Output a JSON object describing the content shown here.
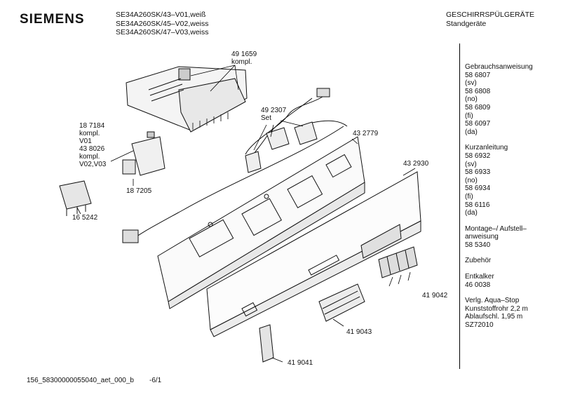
{
  "header": {
    "brand": "SIEMENS",
    "models": [
      "SE34A260SK/43–V01,weiß",
      "SE34A260SK/45–V02,weiss",
      "SE34A260SK/47–V03,weiss"
    ],
    "category": [
      "GESCHIRRSPÜLGERÄTE",
      "Standgeräte"
    ]
  },
  "part_labels": {
    "p491659": [
      "49 1659",
      "kompl."
    ],
    "p492307": [
      "49 2307",
      "Set"
    ],
    "p187184": [
      "18 7184",
      "kompl.",
      "V01",
      "43 8026",
      "kompl.",
      "V02,V03"
    ],
    "p187205": [
      "18 7205"
    ],
    "p165242": [
      "16 5242"
    ],
    "p432779": [
      "43 2779"
    ],
    "p432930": [
      "43 2930"
    ],
    "p419042": [
      "41 9042"
    ],
    "p419043": [
      "41 9043"
    ],
    "p419041": [
      "41 9041"
    ]
  },
  "sidebar": {
    "blocks": [
      [
        "Gebrauchsanweisung",
        "58 6807",
        "(sv)",
        "58 6808",
        "(no)",
        "58 6809",
        "(fi)",
        "58 6097",
        "(da)"
      ],
      [
        "Kurzanleitung",
        "58 6932",
        "(sv)",
        "58 6933",
        "(no)",
        "58 6934",
        "(fi)",
        "58 6116",
        "(da)"
      ],
      [
        "Montage–/ Aufstell–",
        "anweisung",
        "58 5340"
      ],
      [
        "Zubehör"
      ],
      [
        "Entkalker",
        "46 0038"
      ],
      [
        "Verlg. Aqua–Stop",
        "Kunststoffrohr 2,2 m",
        "Ablaufschl. 1,95 m",
        "SZ72010"
      ]
    ]
  },
  "footer": {
    "doc_id": "156_58300000055040_aet_000_b",
    "page": "-6/1"
  }
}
